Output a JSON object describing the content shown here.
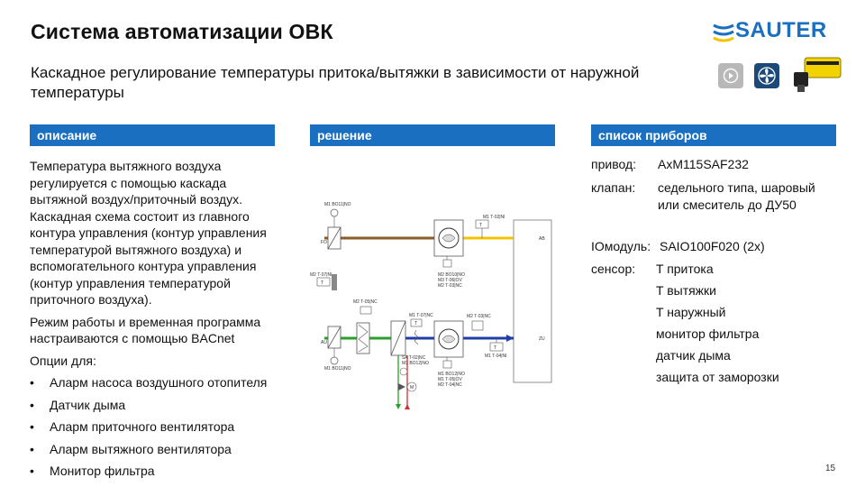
{
  "header": {
    "title": "Система автоматизации ОВК",
    "subtitle": "Каскадное регулирование температуры притока/вытяжки в зависимости от наружной температуры",
    "logo_text": "SAUTER",
    "brand_color": "#1a6fc1"
  },
  "sections": {
    "description_label": "описание",
    "solution_label": "решение",
    "devices_label": "список приборов"
  },
  "description": {
    "para1": "Температура вытяжного воздуха регулируется с помощью каскада вытяжной воздух/приточный воздух. Каскадная схема состоит из главного контура управления (контур управления температурой вытяжного воздуха) и вспомогательного контура управления (контур управления температурой приточного воздуха).",
    "para2": "Режим работы и временная программа настраиваются с помощью BACnet",
    "options_label": "Опции для:",
    "bullet": "•",
    "options": [
      "Аларм насоса воздушного отопителя",
      "Датчик дыма",
      "Аларм приточного вентилятора",
      "Аларм вытяжного вентилятора",
      "Монитор фильтра"
    ]
  },
  "devices": {
    "actuator_label": "привод:",
    "actuator_value": "AxM115SAF232",
    "valve_label": "клапан:",
    "valve_value_1": "седельного типа, шаровый",
    "valve_value_2": "или смеситель до ДУ50",
    "io_label": "IOмодуль:",
    "io_value": "SAIO100F020 (2x)",
    "sensor_label": "сенсор:",
    "sensors": [
      "T притока",
      "T вытяжки",
      "T наружный",
      "монитор фильтра",
      "датчик дыма",
      "защита от заморозки"
    ]
  },
  "diagram": {
    "labels": {
      "fo": "FO",
      "ab": "AB",
      "au": "AU",
      "zu": "ZU",
      "m1_bo11_top": "M1 BO11|NO",
      "m1_t02": "M1 T-02|NI",
      "t_top": "T",
      "m2_bo10": "M2 BO10|NO",
      "m3_t06": "M3 T-06|OV",
      "m2_t03": "M2 T-03|NC",
      "m2_t07": "M2 T-07|NI",
      "t_left": "T",
      "m2_t05": "M2 T-05|NC",
      "m1_t07": "M1 T-07|NC",
      "m2_t03b": "M2 T-03|NC",
      "t_mid": "T",
      "t_right": "T",
      "m1_t04": "M1 T-04|NI",
      "m1_bo11_bot": "M1 BO11|NO",
      "sa_t02": "SA T-02|NC",
      "m1_bo12": "M1 BO12|NO",
      "m1_bo12b": "M1 BO12|NO",
      "m1_t05": "M1 T-05|OV",
      "m2_t04": "M2 T-04|NC",
      "m": "M",
      "colors": {
        "exhaust": "#8b5a2b",
        "exhaust_out": "#f2c400",
        "outdoor": "#2aa02a",
        "supply": "#1f3fa8"
      }
    }
  },
  "page_number": "15"
}
